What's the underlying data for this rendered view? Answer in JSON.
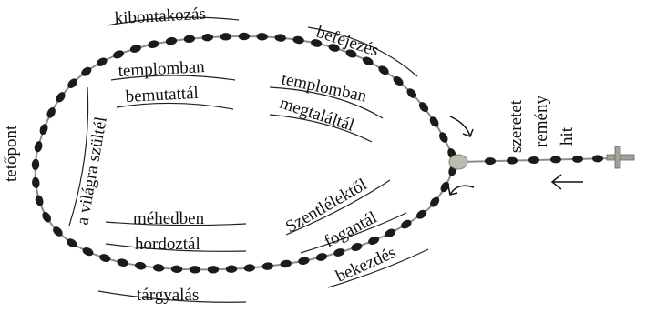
{
  "diagram": {
    "labels": {
      "kibontakozas": "kibontakozás",
      "befejezes": "befejezés",
      "templomban_1": "templomban",
      "bemutattal": "bemutattál",
      "templomban_2": "templomban",
      "megtalaltal": "megtaláltál",
      "vilagra_szultel": "a világra szültél",
      "tetopont": "tetőpont",
      "mehedben": "méhedben",
      "hordoztal": "hordoztál",
      "szentlelektol": "Szentlélektől",
      "fogantal": "fogantál",
      "bekezdes": "bekezdés",
      "targyalas": "tárgyalás",
      "szeretet": "szeretet",
      "remeny": "remény",
      "hit": "hit"
    },
    "colors": {
      "bead": "#1b1b1b",
      "chain": "#8a8f86",
      "center": "#b8bfb0",
      "text": "#111111"
    },
    "icons": [
      "rosary-bead",
      "cross-icon",
      "arrow-left-icon",
      "curved-arrow-icon"
    ]
  }
}
